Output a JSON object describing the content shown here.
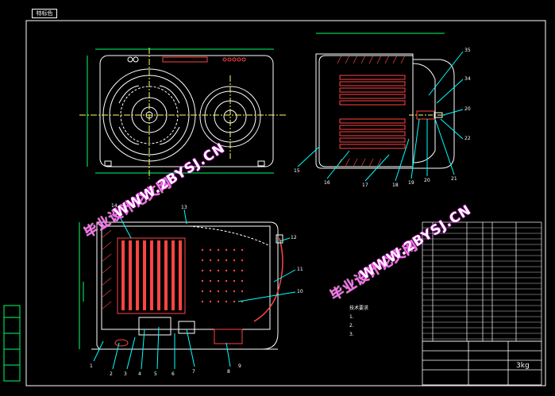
{
  "drawing": {
    "sheet_tag": "特标色",
    "tech_notes_title": "技术要求",
    "tech_notes": [
      "1.",
      "2.",
      "3."
    ],
    "title_block_name": "3kg",
    "colors": {
      "background": "#000000",
      "border": "#ffffff",
      "part_outline": "#ffffff",
      "dimension": "#00ff66",
      "annotation": "#00ffff",
      "hatch": "#ff3333",
      "section": "#ffff66",
      "watermark_text": "#ff66ee",
      "watermark_outline": "#ff00ff"
    }
  },
  "watermarks": [
    {
      "id": "wm1-cn",
      "text": "毕业设计论文网"
    },
    {
      "id": "wm1-url",
      "text": "WWW.2BYSJ.CN"
    },
    {
      "id": "wm2-cn",
      "text": "毕业设计论文网"
    },
    {
      "id": "wm2-url",
      "text": "WWW.2BYSJ.CN"
    }
  ],
  "callouts_top_right": [
    "35",
    "34",
    "20",
    "22",
    "15",
    "16",
    "17",
    "18",
    "19",
    "20",
    "21"
  ],
  "callouts_bottom": [
    "14",
    "13",
    "12",
    "11",
    "10",
    "1",
    "2",
    "3",
    "4",
    "5",
    "6",
    "7",
    "8",
    "9"
  ]
}
